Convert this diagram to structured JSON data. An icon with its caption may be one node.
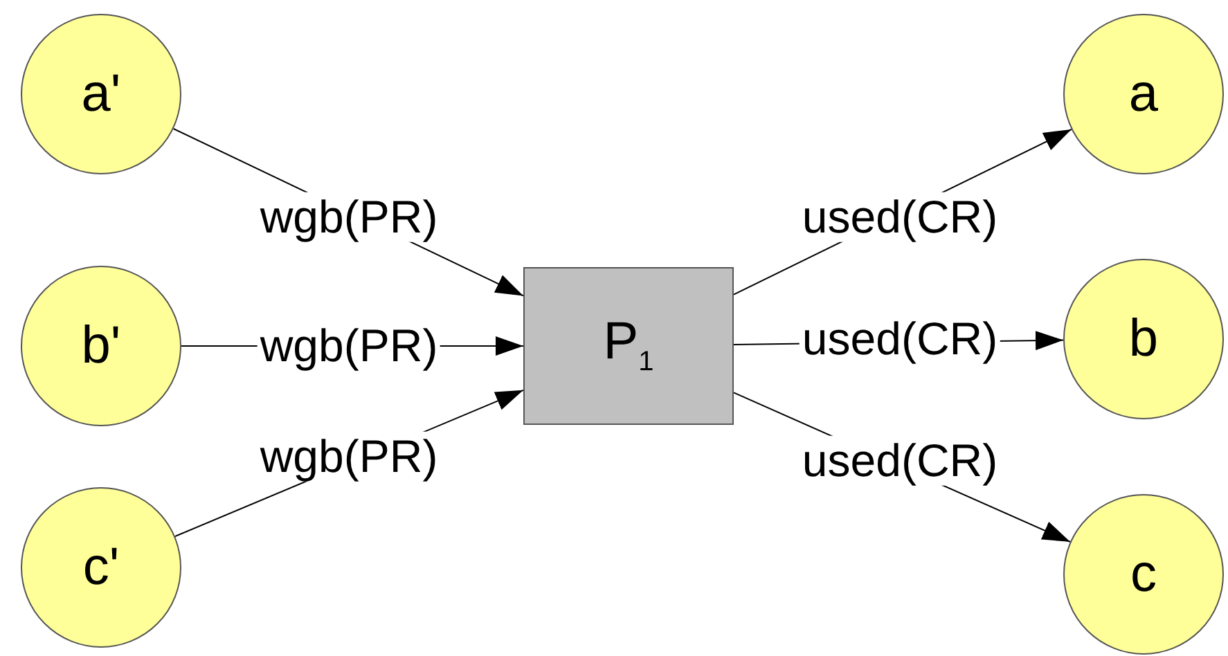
{
  "diagram": {
    "nodes": [
      {
        "text": [
          "a'"
        ]
      },
      {
        "text": [
          "b'"
        ]
      },
      {
        "text": [
          "c'"
        ]
      },
      {
        "text": [
          "P$_{1}$"
        ]
      },
      {
        "text": [
          "a"
        ]
      },
      {
        "text": [
          "b"
        ]
      },
      {
        "text": [
          "c"
        ]
      }
    ],
    "edges": [
      {
        "from": 0,
        "to": 3,
        "arrow": "to",
        "label": "wgb(PR)"
      },
      {
        "from": 1,
        "to": 3,
        "arrow": "to",
        "label": "wgb(PR)"
      },
      {
        "from": 2,
        "to": 3,
        "arrow": "to",
        "label": "wgb(PR)"
      },
      {
        "from": 3,
        "to": 4,
        "arrow": "to",
        "label": "used(CR)"
      },
      {
        "from": 3,
        "to": 5,
        "arrow": "to",
        "label": "used(CR)"
      },
      {
        "from": 3,
        "to": 6,
        "arrow": "to",
        "label": "used(CR)"
      }
    ]
  }
}
